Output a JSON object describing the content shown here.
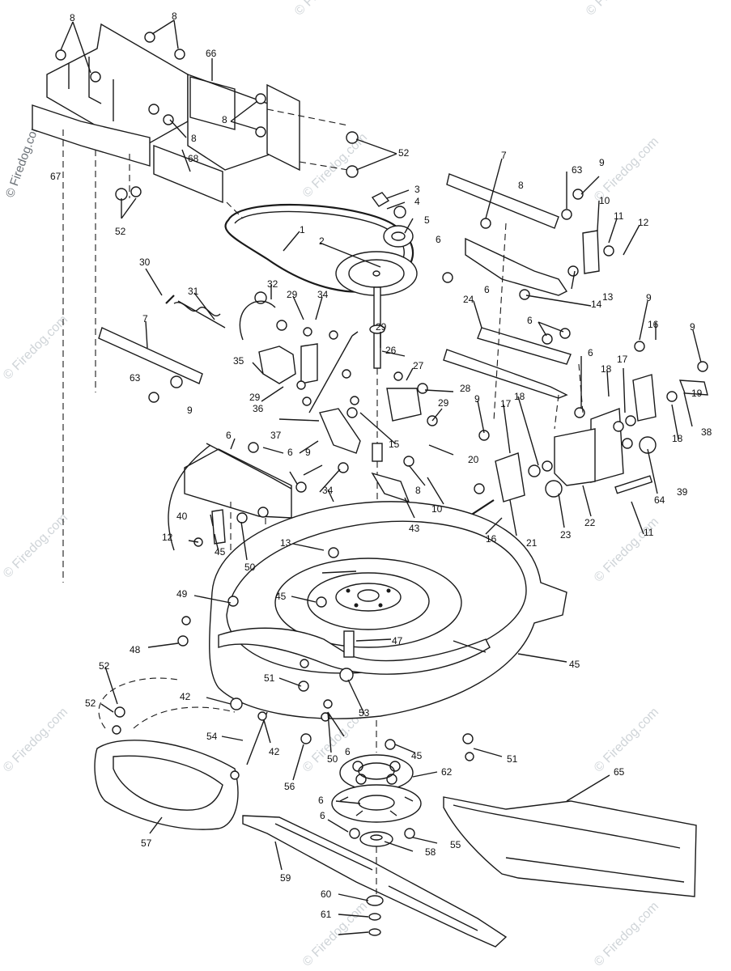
{
  "watermark": {
    "text": "© Firedog.com",
    "side_text": "© Firedog.com"
  },
  "callouts": [
    {
      "id": "c8a",
      "text": "8"
    },
    {
      "id": "c8b",
      "text": "8"
    },
    {
      "id": "c66",
      "text": "66"
    },
    {
      "id": "c8c",
      "text": "8"
    },
    {
      "id": "c8d",
      "text": "8"
    },
    {
      "id": "c52a",
      "text": "52"
    },
    {
      "id": "c67",
      "text": "67"
    },
    {
      "id": "c68",
      "text": "68"
    },
    {
      "id": "c52b",
      "text": "52"
    },
    {
      "id": "c3",
      "text": "3"
    },
    {
      "id": "c4",
      "text": "4"
    },
    {
      "id": "c5",
      "text": "5"
    },
    {
      "id": "c1",
      "text": "1"
    },
    {
      "id": "c2",
      "text": "2"
    },
    {
      "id": "c7a",
      "text": "7"
    },
    {
      "id": "c8e",
      "text": "8"
    },
    {
      "id": "c63a",
      "text": "63"
    },
    {
      "id": "c9a",
      "text": "9"
    },
    {
      "id": "c10a",
      "text": "10"
    },
    {
      "id": "c11a",
      "text": "11"
    },
    {
      "id": "c12a",
      "text": "12"
    },
    {
      "id": "c6a",
      "text": "6"
    },
    {
      "id": "c13a",
      "text": "13"
    },
    {
      "id": "c6b",
      "text": "6"
    },
    {
      "id": "c14",
      "text": "14"
    },
    {
      "id": "c30",
      "text": "30"
    },
    {
      "id": "c31",
      "text": "31"
    },
    {
      "id": "c32",
      "text": "32"
    },
    {
      "id": "c29a",
      "text": "29"
    },
    {
      "id": "c34a",
      "text": "34"
    },
    {
      "id": "c7b",
      "text": "7"
    },
    {
      "id": "c24",
      "text": "24"
    },
    {
      "id": "c6c",
      "text": "6"
    },
    {
      "id": "c9b",
      "text": "9"
    },
    {
      "id": "c16a",
      "text": "16"
    },
    {
      "id": "c9c",
      "text": "9"
    },
    {
      "id": "c29b",
      "text": "29"
    },
    {
      "id": "c26",
      "text": "26"
    },
    {
      "id": "c6d",
      "text": "6"
    },
    {
      "id": "c63b",
      "text": "63"
    },
    {
      "id": "c27",
      "text": "27"
    },
    {
      "id": "c28",
      "text": "28"
    },
    {
      "id": "c35",
      "text": "35"
    },
    {
      "id": "c29c",
      "text": "29"
    },
    {
      "id": "c18a",
      "text": "18"
    },
    {
      "id": "c17a",
      "text": "17"
    },
    {
      "id": "c9d",
      "text": "9"
    },
    {
      "id": "c36",
      "text": "36"
    },
    {
      "id": "c29d",
      "text": "29"
    },
    {
      "id": "c9e",
      "text": "9"
    },
    {
      "id": "c17b",
      "text": "17"
    },
    {
      "id": "c18b",
      "text": "18"
    },
    {
      "id": "c18c",
      "text": "18"
    },
    {
      "id": "c19",
      "text": "19"
    },
    {
      "id": "c38",
      "text": "38"
    },
    {
      "id": "c37",
      "text": "37"
    },
    {
      "id": "c15",
      "text": "15"
    },
    {
      "id": "c6e",
      "text": "6"
    },
    {
      "id": "c6f",
      "text": "6"
    },
    {
      "id": "c9f",
      "text": "9"
    },
    {
      "id": "c20",
      "text": "20"
    },
    {
      "id": "c39",
      "text": "39"
    },
    {
      "id": "c34b",
      "text": "34"
    },
    {
      "id": "c8f",
      "text": "8"
    },
    {
      "id": "c64",
      "text": "64"
    },
    {
      "id": "c10b",
      "text": "10"
    },
    {
      "id": "c40",
      "text": "40"
    },
    {
      "id": "c43",
      "text": "43"
    },
    {
      "id": "c16b",
      "text": "16"
    },
    {
      "id": "c21",
      "text": "21"
    },
    {
      "id": "c23",
      "text": "23"
    },
    {
      "id": "c22",
      "text": "22"
    },
    {
      "id": "c11b",
      "text": "11"
    },
    {
      "id": "c12b",
      "text": "12"
    },
    {
      "id": "c45a",
      "text": "45"
    },
    {
      "id": "c13b",
      "text": "13"
    },
    {
      "id": "c50a",
      "text": "50"
    },
    {
      "id": "c49",
      "text": "49"
    },
    {
      "id": "c45b",
      "text": "45"
    },
    {
      "id": "c48",
      "text": "48"
    },
    {
      "id": "c47",
      "text": "47"
    },
    {
      "id": "c45c",
      "text": "45"
    },
    {
      "id": "c51a",
      "text": "51"
    },
    {
      "id": "c52c",
      "text": "52"
    },
    {
      "id": "c42a",
      "text": "42"
    },
    {
      "id": "c52d",
      "text": "52"
    },
    {
      "id": "c53",
      "text": "53"
    },
    {
      "id": "c54",
      "text": "54"
    },
    {
      "id": "c42b",
      "text": "42"
    },
    {
      "id": "c50b",
      "text": "50"
    },
    {
      "id": "c6g",
      "text": "6"
    },
    {
      "id": "c45d",
      "text": "45"
    },
    {
      "id": "c51b",
      "text": "51"
    },
    {
      "id": "c56",
      "text": "56"
    },
    {
      "id": "c62",
      "text": "62"
    },
    {
      "id": "c65",
      "text": "65"
    },
    {
      "id": "c6h",
      "text": "6"
    },
    {
      "id": "c6i",
      "text": "6"
    },
    {
      "id": "c55",
      "text": "55"
    },
    {
      "id": "c57",
      "text": "57"
    },
    {
      "id": "c58",
      "text": "58"
    },
    {
      "id": "c59",
      "text": "59"
    },
    {
      "id": "c60",
      "text": "60"
    },
    {
      "id": "c61",
      "text": "61"
    }
  ]
}
